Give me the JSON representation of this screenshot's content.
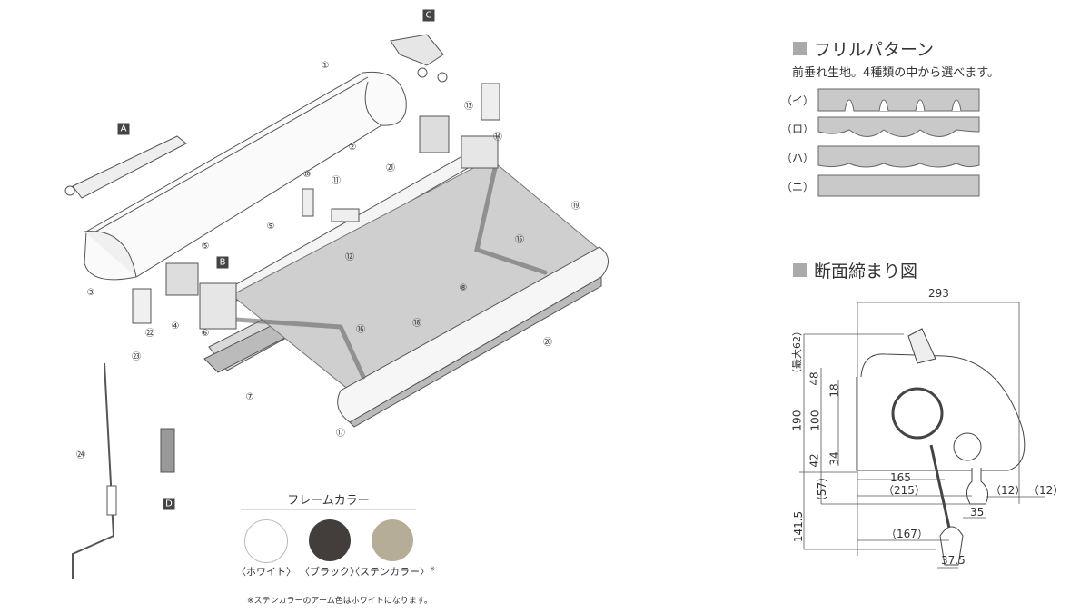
{
  "exploded_view": {
    "callouts": [
      "①",
      "②",
      "③",
      "④",
      "⑤",
      "⑥",
      "⑦",
      "⑧",
      "⑨",
      "⑩",
      "⑪",
      "⑫",
      "⑬",
      "⑭",
      "⑮",
      "⑯",
      "⑰",
      "⑱",
      "⑲",
      "⑳",
      "㉑",
      "㉒",
      "㉓",
      "㉔"
    ],
    "tags": [
      "A",
      "B",
      "C",
      "D"
    ]
  },
  "frame_color": {
    "title": "フレームカラー",
    "options": [
      {
        "label": "〈ホワイト〉",
        "color": "#ffffff"
      },
      {
        "label": "〈ブラック〉",
        "color": "#433e3b"
      },
      {
        "label": "〈ステンカラー〉",
        "color": "#b6ad98",
        "mark": "※"
      }
    ],
    "note": "※ステンカラーのアーム色はホワイトになります。"
  },
  "frill": {
    "title": "フリルパターン",
    "description": "前垂れ生地。4種類の中から選べます。",
    "patterns": [
      {
        "label": "（イ）"
      },
      {
        "label": "（ロ）"
      },
      {
        "label": "（ハ）"
      },
      {
        "label": "（ニ）"
      }
    ],
    "fill_color": "#c9c9c9"
  },
  "section": {
    "title": "断面締まり図",
    "dimensions": {
      "width_total": "293",
      "max_top": "（最大62）",
      "d48": "48",
      "d18": "18",
      "d190": "190",
      "d100": "100",
      "d42": "42",
      "d34": "34",
      "d165": "165",
      "d215": "（215）",
      "d57": "（57）",
      "d12a": "（12）",
      "d12b": "（12）",
      "d35": "35",
      "d141_5": "141.5",
      "d167": "（167）",
      "d37_5": "37.5"
    }
  }
}
